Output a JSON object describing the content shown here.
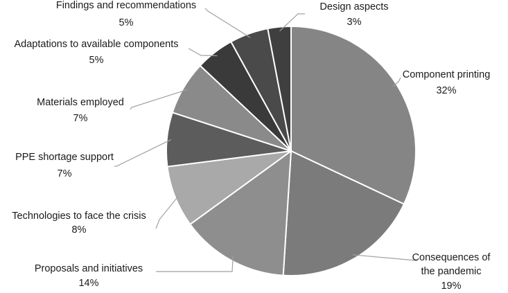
{
  "chart_data": {
    "type": "pie",
    "title": "",
    "start_angle_deg": 0,
    "direction": "clockwise",
    "legend": "none",
    "slices": [
      {
        "name": "Component printing",
        "line1": "Component printing",
        "line2": "",
        "pct_label": "32%",
        "value": 32,
        "color": "#858585"
      },
      {
        "name": "Consequences of the pandemic",
        "line1": "Consequences of",
        "line2": "the pandemic",
        "pct_label": "19%",
        "value": 19,
        "color": "#7b7b7b"
      },
      {
        "name": "Proposals and initiatives",
        "line1": "Proposals and initiatives",
        "line2": "",
        "pct_label": "14%",
        "value": 14,
        "color": "#8e8e8e"
      },
      {
        "name": "Technologies to face the crisis",
        "line1": "Technologies to face the crisis",
        "line2": "",
        "pct_label": "8%",
        "value": 8,
        "color": "#a9a9a9"
      },
      {
        "name": "PPE shortage support",
        "line1": "PPE shortage support",
        "line2": "",
        "pct_label": "7%",
        "value": 7,
        "color": "#5c5c5c"
      },
      {
        "name": "Materials employed",
        "line1": "Materials employed",
        "line2": "",
        "pct_label": "7%",
        "value": 7,
        "color": "#8a8a8a"
      },
      {
        "name": "Adaptations to available components",
        "line1": "Adaptations to available components",
        "line2": "",
        "pct_label": "5%",
        "value": 5,
        "color": "#3a3a3a"
      },
      {
        "name": "Findings and recommendations",
        "line1": "Findings and recommendations",
        "line2": "",
        "pct_label": "5%",
        "value": 5,
        "color": "#4a4a4a"
      },
      {
        "name": "Design aspects",
        "line1": "Design aspects",
        "line2": "",
        "pct_label": "3%",
        "value": 3,
        "color": "#3f3f3f"
      }
    ]
  }
}
